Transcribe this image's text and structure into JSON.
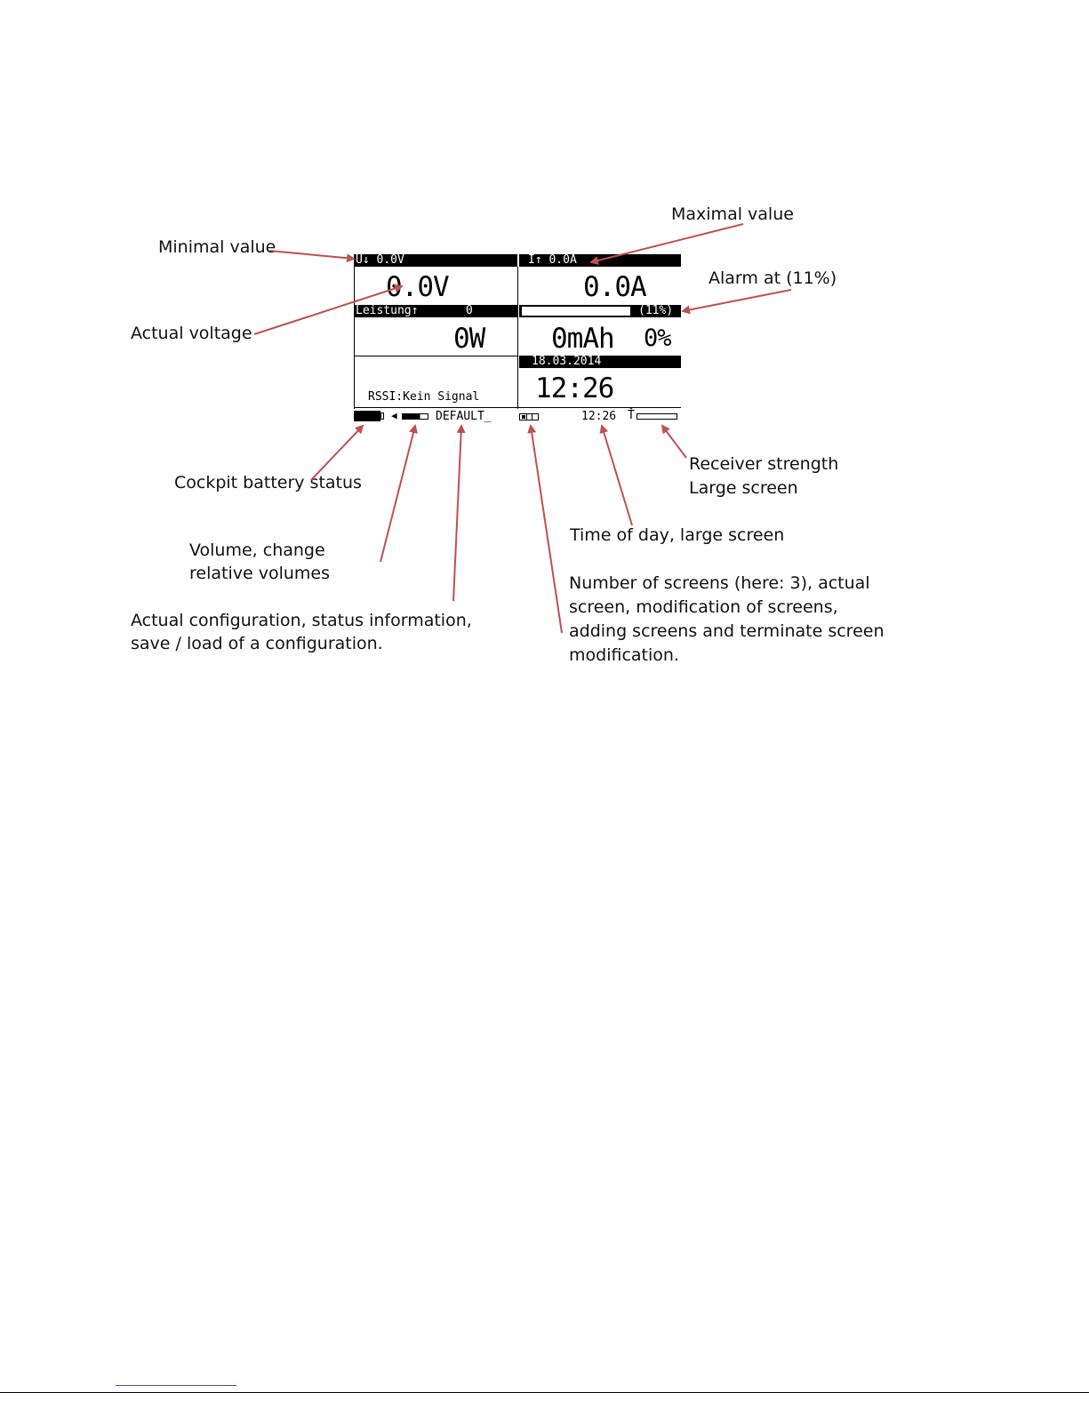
{
  "annotations": {
    "minimal": "Minimal value",
    "maximal": "Maximal value",
    "alarm": "Alarm at (11%)",
    "actual_voltage": "Actual voltage",
    "cockpit_battery": "Cockpit battery status",
    "receiver_line1": "Receiver strength",
    "receiver_line2": "Large screen",
    "time_of_day": "Time of day, large screen",
    "volume_line1": "Volume, change",
    "volume_line2": "relative volumes",
    "config_line1": "Actual configuration, status information,",
    "config_line2": "save / load of a configuration.",
    "screens_line1": "Number of screens (here: 3), actual",
    "screens_line2": "screen, modification of screens,",
    "screens_line3": "adding screens and terminate screen",
    "screens_line4": "modification."
  },
  "lcd": {
    "min_label": "U↓  0.0V",
    "max_label": "I↑  0.0A",
    "voltage": "0.0V",
    "current": "0.0A",
    "leistung_label": "Leistung↑",
    "leistung_value": "0",
    "alarm_label": "(11%)",
    "power": "0W",
    "capacity": "0mAh",
    "capacity_percent": "0%",
    "date": "18.03.2014",
    "rssi": "RSSI:Kein Signal",
    "time_large": "12:26",
    "config_name": "DEFAULT_",
    "time_small": "12:26"
  },
  "icons": {
    "battery": "battery-icon",
    "speaker": "speaker-icon",
    "volume_bar": "volume-bar-icon",
    "screens": "screens-indicator-icon",
    "antenna": "antenna-icon",
    "signal_bar": "signal-strength-bar-icon"
  },
  "colors": {
    "arrow": "#c0504d",
    "lcd": "#000000"
  }
}
